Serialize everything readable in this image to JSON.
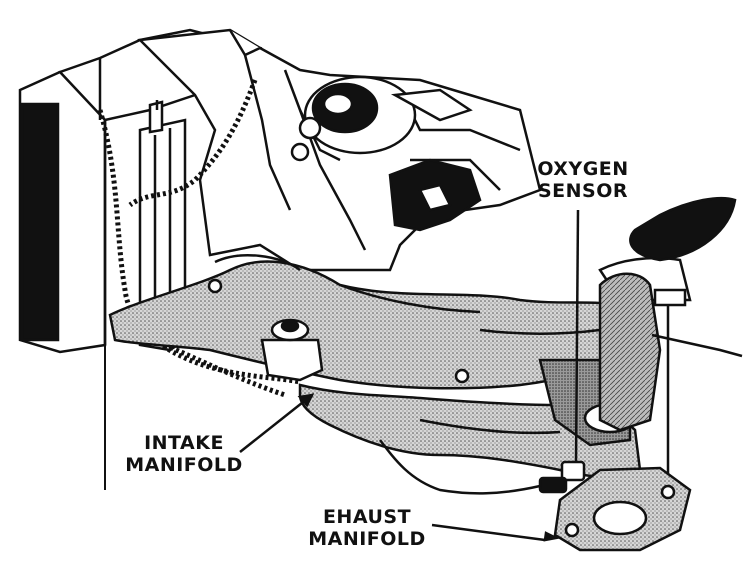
{
  "figure": {
    "labels": {
      "oxygen_sensor": [
        "OXYGEN",
        "SENSOR"
      ],
      "intake_manifold": [
        "INTAKE",
        "MANIFOLD"
      ],
      "exhaust_manifold": [
        "EHAUST",
        "MANIFOLD"
      ]
    },
    "colors": {
      "ink": "#111111",
      "stipple": "#9a9a9a",
      "paper": "#ffffff"
    }
  }
}
